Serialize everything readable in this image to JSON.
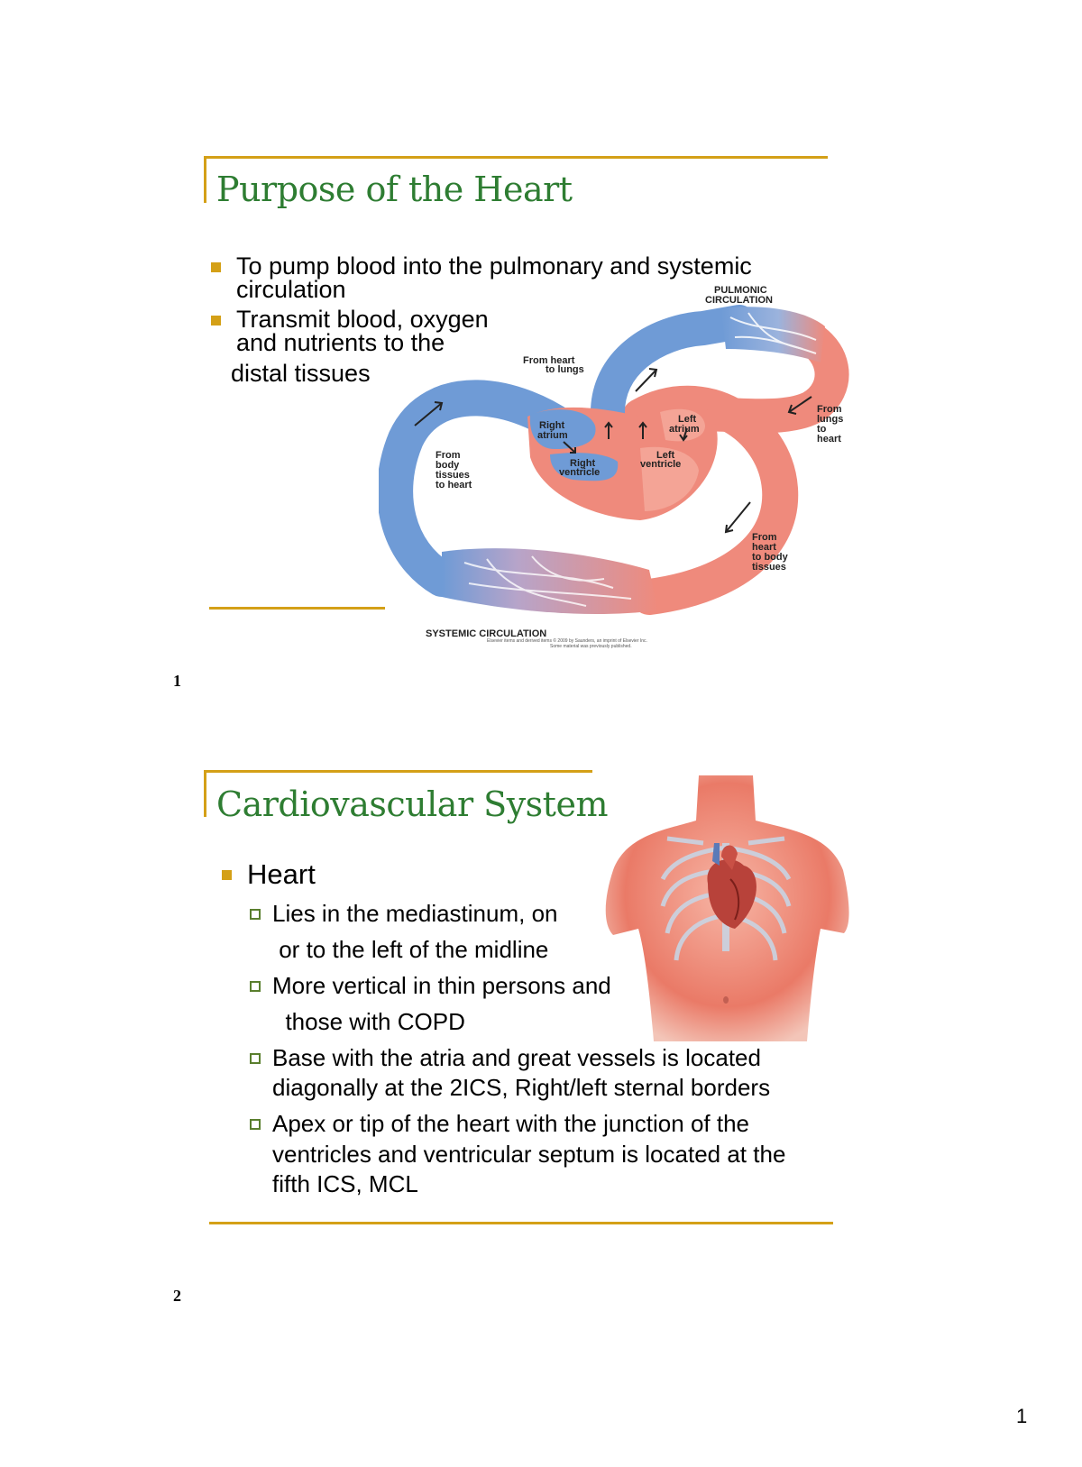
{
  "slides": [
    {
      "number": "1",
      "title": "Purpose of the Heart",
      "bullets": [
        {
          "lines": [
            "To pump blood into the pulmonary and systemic",
            "circulation"
          ]
        },
        {
          "lines": [
            "Transmit blood, oxygen",
            "and nutrients to the",
            "distal tissues"
          ]
        }
      ],
      "diagram": {
        "labels": {
          "pulmonic": [
            "PULMONIC",
            "CIRCULATION"
          ],
          "systemic": "SYSTEMIC CIRCULATION",
          "heart_to_lungs": [
            "From heart",
            "to lungs"
          ],
          "lungs_to_heart": [
            "From",
            "lungs",
            "to",
            "heart"
          ],
          "body_to_heart": [
            "From",
            "body",
            "tissues",
            "to heart"
          ],
          "heart_to_body": [
            "From",
            "heart",
            "to body",
            "tissues"
          ],
          "right_atrium": [
            "Right",
            "atrium"
          ],
          "left_atrium": [
            "Left",
            "atrium"
          ],
          "right_ventricle": [
            "Right",
            "ventricle"
          ],
          "left_ventricle": [
            "Left",
            "ventricle"
          ],
          "credit": [
            "Elsevier items and derived items © 2009 by Saunders, an imprint of Elsevier Inc.",
            "Some material was previously published."
          ]
        },
        "colors": {
          "deoxygenated": "#6f9bd6",
          "oxygenated": "#ef8a7c"
        }
      }
    },
    {
      "number": "2",
      "title": "Cardiovascular System",
      "heading": "Heart",
      "sub_bullets": [
        {
          "lines": [
            "Lies in the mediastinum, on",
            " or to the left of the midline"
          ]
        },
        {
          "lines": [
            "More vertical in thin persons and",
            "  those with COPD"
          ]
        },
        {
          "lines": [
            "Base with the atria and great vessels is located",
            "diagonally at the 2ICS, Right/left sternal borders"
          ]
        },
        {
          "lines": [
            "Apex or tip of the heart with the junction of the",
            "ventricles and ventricular septum is located at the",
            "fifth ICS, MCL"
          ]
        }
      ],
      "image": "torso-ribcage-heart-illustration"
    }
  ],
  "page_number": "1",
  "accent_color": "#d4a017",
  "title_color": "#2e7d32"
}
